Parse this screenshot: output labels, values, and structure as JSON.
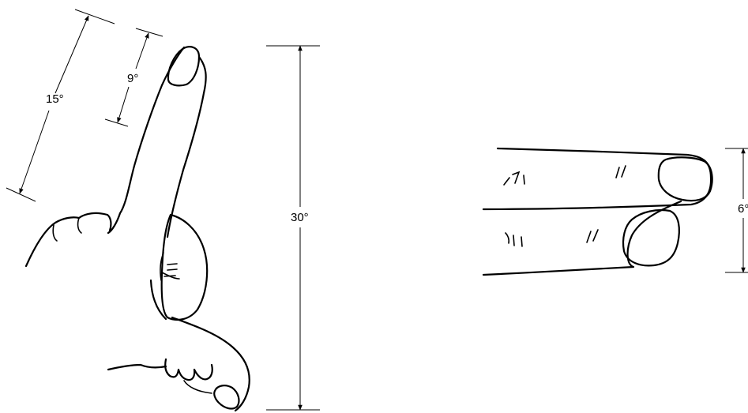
{
  "measurements": {
    "fingertip_width": "9°",
    "finger_length": "15°",
    "hand_span": "30°",
    "two_fingers_width": "6°"
  }
}
